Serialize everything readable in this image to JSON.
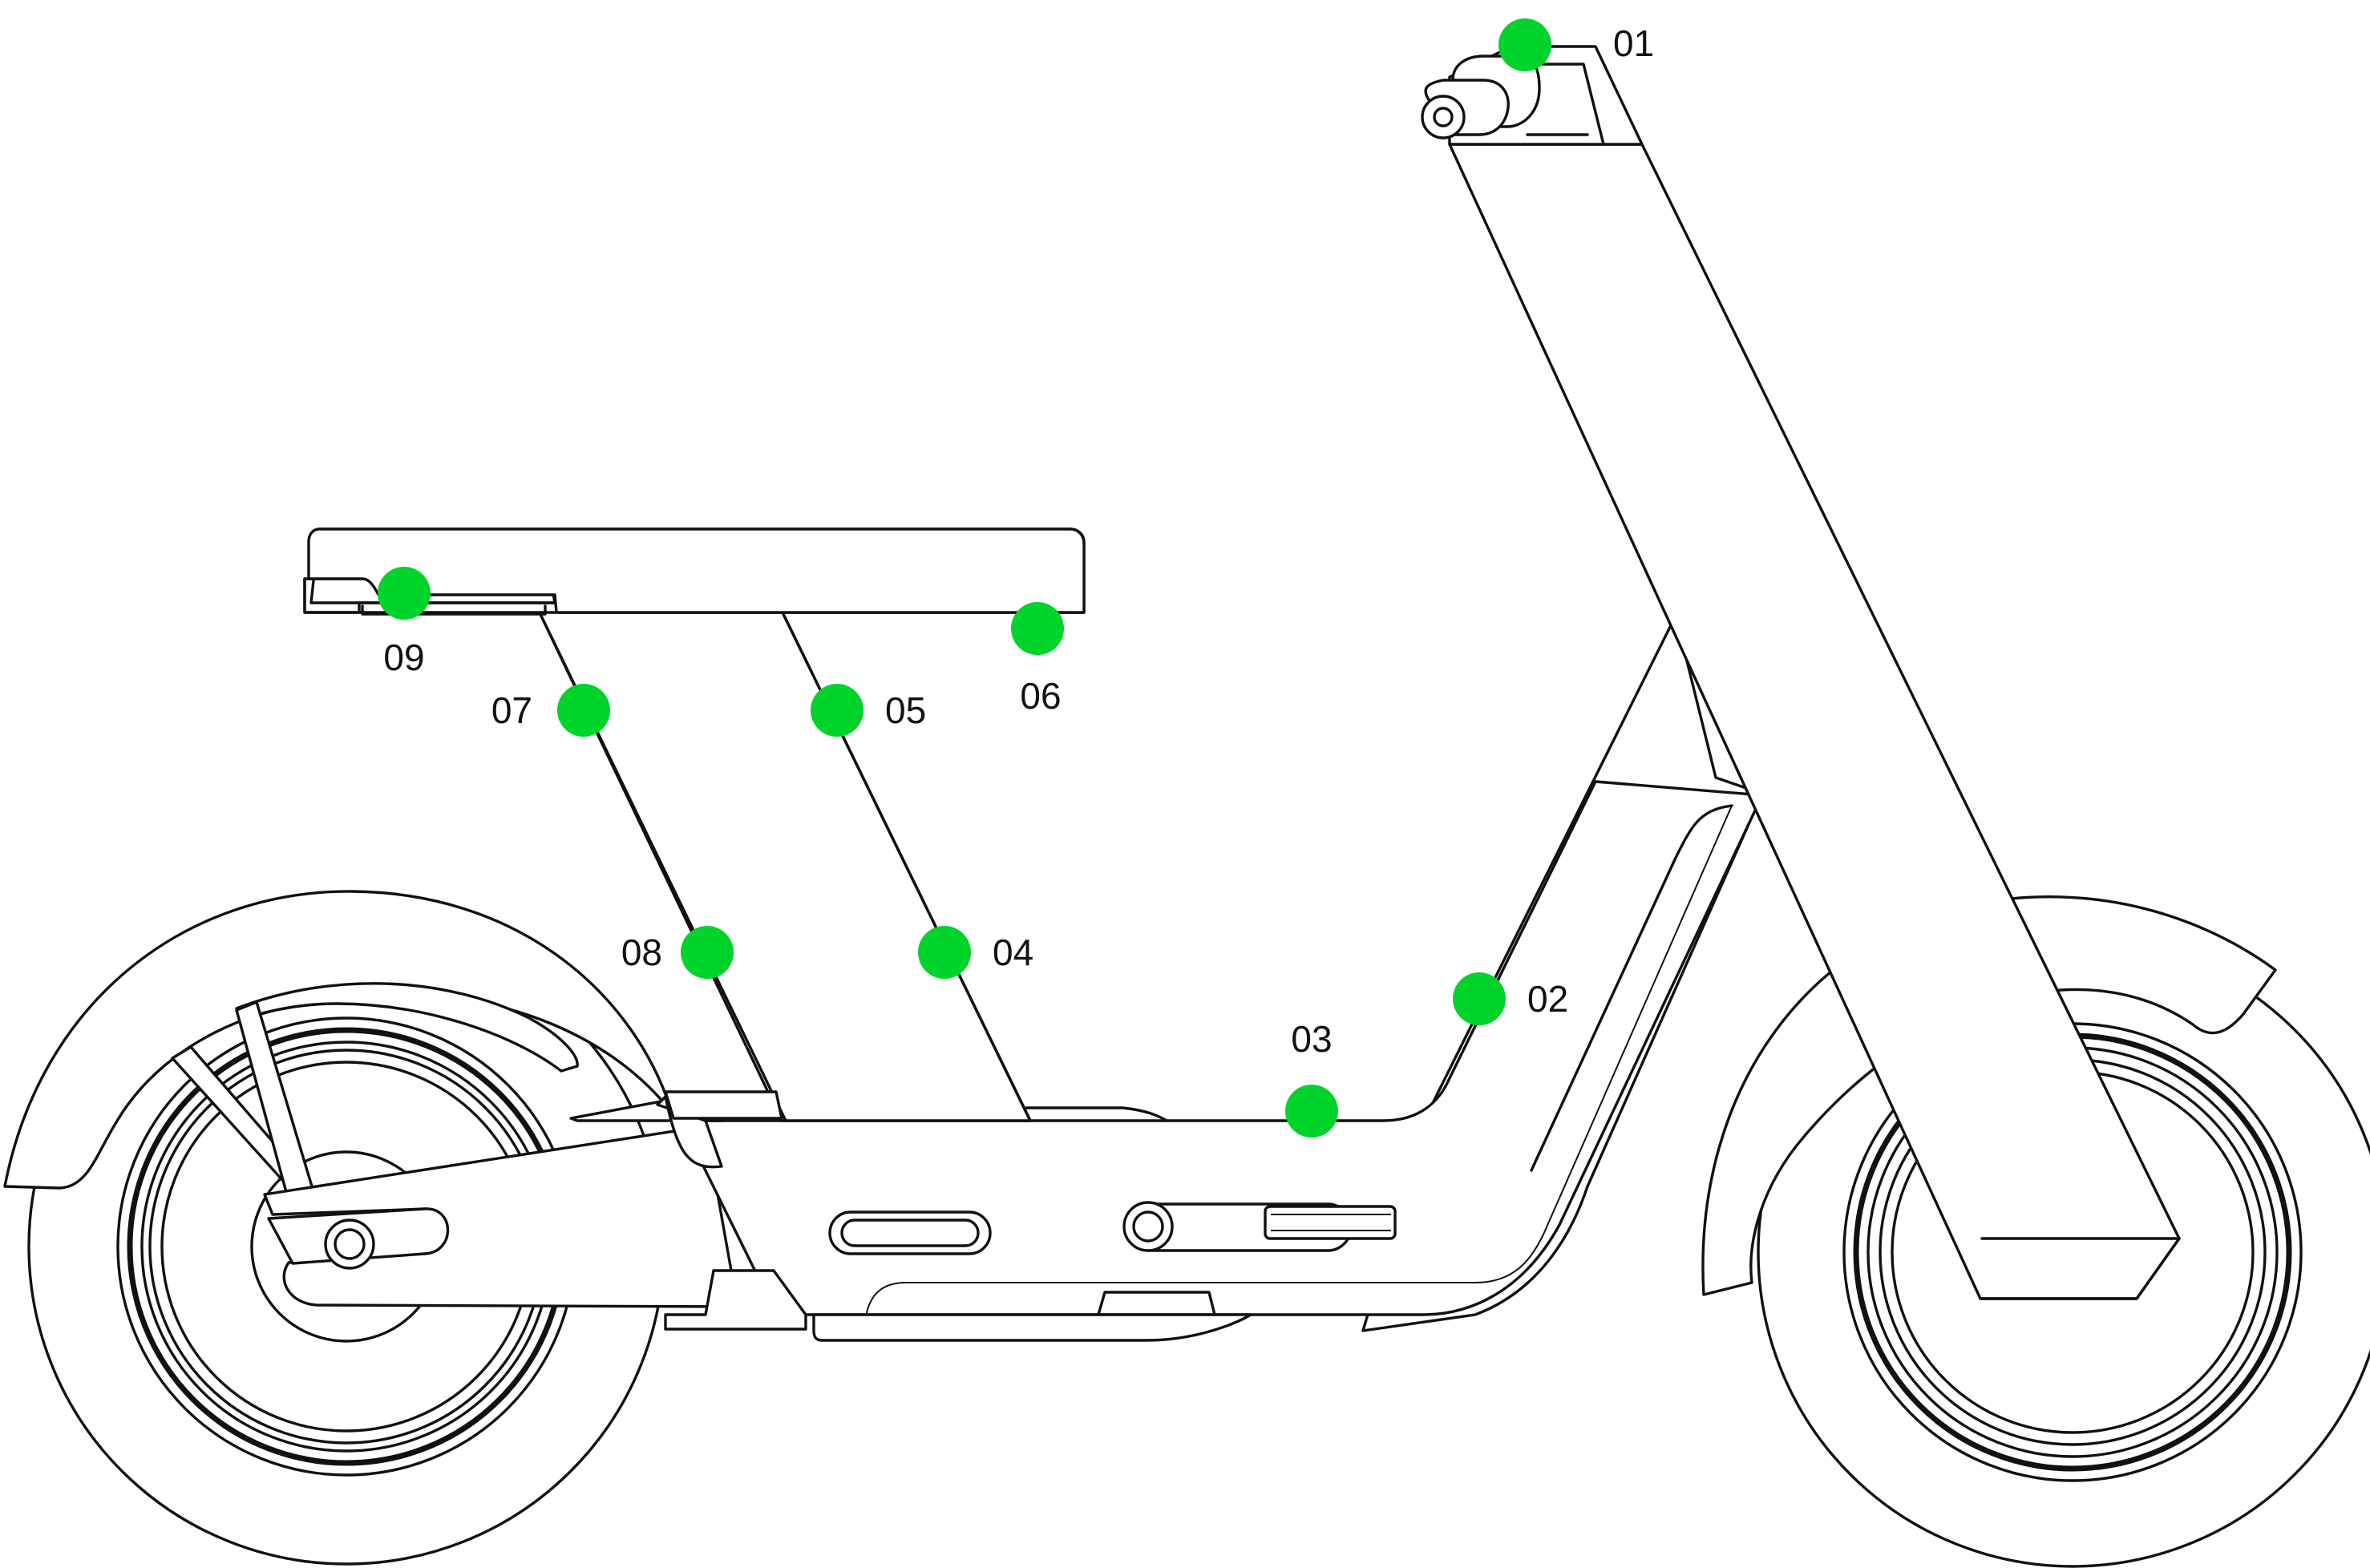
{
  "accent_color": "#00D42A",
  "line_color": "#111111",
  "hotspots": [
    {
      "label": "01"
    },
    {
      "label": "02"
    },
    {
      "label": "03"
    },
    {
      "label": "04"
    },
    {
      "label": "05"
    },
    {
      "label": "06"
    },
    {
      "label": "07"
    },
    {
      "label": "08"
    },
    {
      "label": "09"
    }
  ]
}
